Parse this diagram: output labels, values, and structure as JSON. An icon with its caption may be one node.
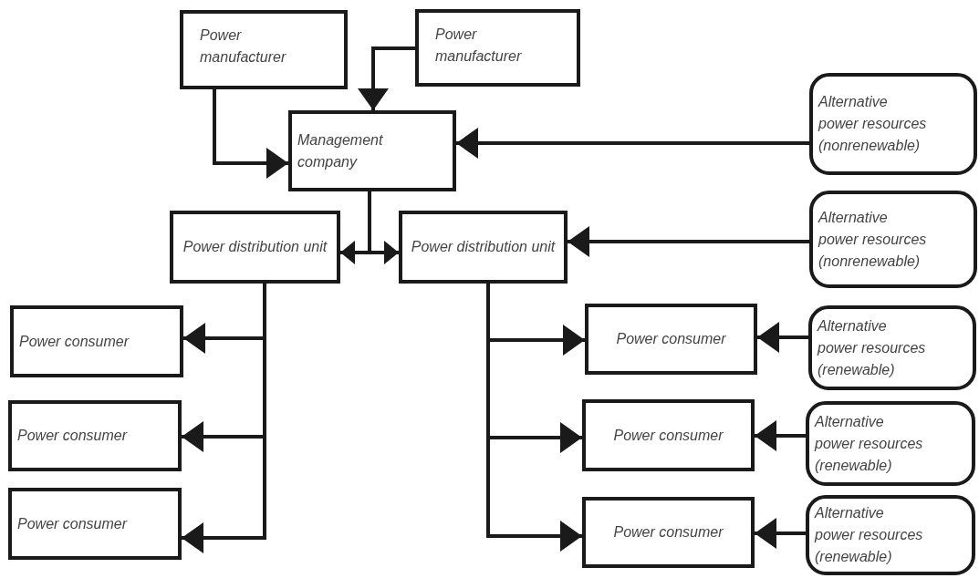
{
  "diagram": {
    "nodes": [
      {
        "text": [
          "Power manufacturer"
        ]
      },
      {
        "text": [
          "Power manufacturer"
        ]
      },
      {
        "text": [
          "Management company"
        ]
      },
      {
        "text": [
          "Power distribution unit"
        ]
      },
      {
        "text": [
          "Power distribution unit"
        ]
      },
      {
        "text": [
          "Alternative power resources (nonrenewable)"
        ]
      },
      {
        "text": [
          "Alternative power resources (nonrenewable)"
        ]
      },
      {
        "text": [
          "Power consumer"
        ]
      },
      {
        "text": [
          "Power consumer"
        ]
      },
      {
        "text": [
          "Power consumer"
        ]
      },
      {
        "text": [
          "Power consumer"
        ]
      },
      {
        "text": [
          "Power consumer"
        ]
      },
      {
        "text": [
          "Power consumer"
        ]
      },
      {
        "text": [
          "Alternative power resources (renewable)"
        ]
      },
      {
        "text": [
          "Alternative power resources (renewable)"
        ]
      },
      {
        "text": [
          "Alternative power resources (renewable)"
        ]
      }
    ],
    "edges": [
      {
        "from": 0,
        "to": 2,
        "arrow": "to"
      },
      {
        "from": 1,
        "to": 2,
        "arrow": "to"
      },
      {
        "from": 5,
        "to": 2,
        "arrow": "to"
      },
      {
        "from": 2,
        "to": 3,
        "arrow": "to"
      },
      {
        "from": 2,
        "to": 4,
        "arrow": "to"
      },
      {
        "from": 6,
        "to": 4,
        "arrow": "to"
      },
      {
        "from": 3,
        "to": 7,
        "arrow": "to"
      },
      {
        "from": 3,
        "to": 8,
        "arrow": "to"
      },
      {
        "from": 3,
        "to": 9,
        "arrow": "to"
      },
      {
        "from": 4,
        "to": 10,
        "arrow": "to"
      },
      {
        "from": 4,
        "to": 11,
        "arrow": "to"
      },
      {
        "from": 4,
        "to": 12,
        "arrow": "to"
      },
      {
        "from": 13,
        "to": 10,
        "arrow": "to"
      },
      {
        "from": 14,
        "to": 11,
        "arrow": "to"
      },
      {
        "from": 15,
        "to": 12,
        "arrow": "to"
      }
    ]
  }
}
